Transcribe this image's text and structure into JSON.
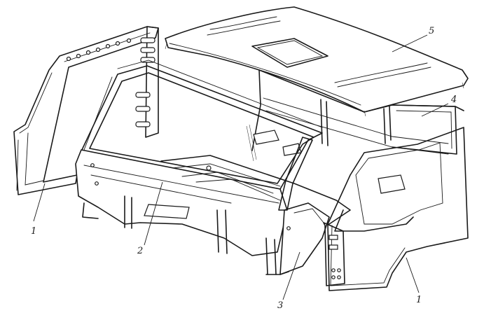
{
  "callouts": {
    "door_frame_left": "1",
    "front_panel": "2",
    "floor": "3",
    "rear_wall": "4",
    "roof": "5",
    "door_frame_right": "1"
  }
}
